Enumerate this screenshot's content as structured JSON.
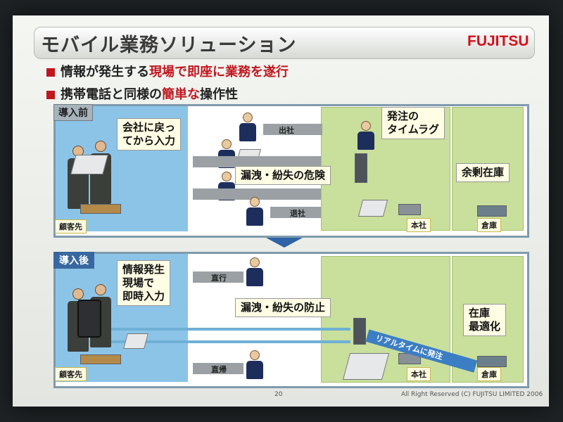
{
  "slide": {
    "title": "モバイル業務ソリューション",
    "logo": "FUJITSU",
    "bullets": [
      {
        "pre": "情報が発生する",
        "hl": "現場で即座に業務を遂行",
        "post": ""
      },
      {
        "pre": "携帯電話と同様の",
        "hl": "簡単な",
        "post": "操作性"
      }
    ],
    "before": {
      "label": "導入前",
      "callout_return": [
        "会社に戻っ",
        "てから入力"
      ],
      "callout_lag": [
        "発注の",
        "タイムラグ"
      ],
      "callout_risk": "漏洩・紛失の危険",
      "callout_stock": "余剰在庫",
      "arrow_go": "出社",
      "arrow_leave": "退社",
      "customer": "顧客先",
      "hq": "本社",
      "warehouse": "倉庫"
    },
    "after": {
      "label": "導入後",
      "callout_input": [
        "情報発生",
        "現場で",
        "即時入力"
      ],
      "callout_prevent": "漏洩・紛失の防止",
      "callout_optimal": [
        "在庫",
        "最適化"
      ],
      "arrow_direct": "直行",
      "arrow_home": "直帰",
      "arrow_realtime": "リアルタイムに発注",
      "customer": "顧客先",
      "hq": "本社",
      "warehouse": "倉庫"
    },
    "page_number": "20",
    "copyright": "All Right Reserved (C) FUJITSU LIMITED 2006"
  },
  "colors": {
    "accent": "#c0171f",
    "panel_blue": "#8cc4e8",
    "panel_green": "#c9df9c",
    "label_dark": "#39679f"
  }
}
